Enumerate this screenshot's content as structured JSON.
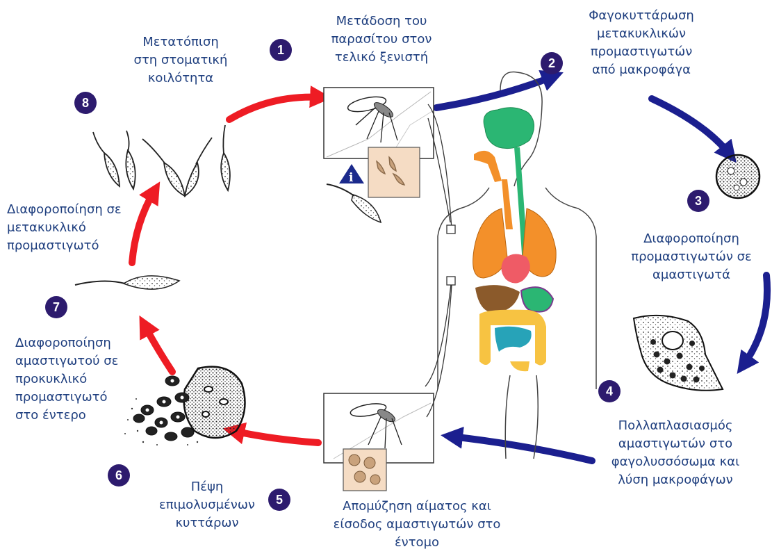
{
  "colors": {
    "red_arrow": "#ee1c24",
    "blue_arrow": "#1b1f8f",
    "text": "#1f3f7f",
    "step_circle": "#2d1b6e",
    "info_triangle": "#1b2a8c",
    "brain": "#2bb673",
    "lungs": "#f3902a",
    "heart": "#ef5b66",
    "liver": "#8b5a2b",
    "stomach": "#7a3a8f",
    "intestines": "#f7c342",
    "small_intestine": "#27a3b8"
  },
  "info_icon": {
    "icon": "info-triangle-icon",
    "glyph": "i"
  },
  "steps": [
    {
      "number": "1",
      "label": "Μετάδοση του\nπαρασίτου στον\nτελικό ξενιστή"
    },
    {
      "number": "2",
      "label": "Φαγοκυττάρωση\nμετακυκλικών\nπρομαστιγωτών\nαπό  μακροφάγα"
    },
    {
      "number": "3",
      "label": "Διαφοροποίηση\nπρομαστιγωτών σε\nαμαστιγωτά"
    },
    {
      "number": "4",
      "label": "Πολλαπλασιασμός\nαμαστιγωτών  στο\nφαγολυσσόσωμα  και\nλύση μακροφάγων"
    },
    {
      "number": "5",
      "label": "Απομύζηση αίματος και\nείσοδος αμαστιγωτών στο\nέντομο"
    },
    {
      "number": "6",
      "label": "Πέψη\nεπιμολυσμένων\nκυττάρων"
    },
    {
      "number": "7",
      "label": "Διαφοροποίηση\nαμαστιγωτού σε\nπροκυκλικό\nπρομαστιγωτό\nστο έντερο"
    },
    {
      "number": "8",
      "label": "Μετατόπιση\nστη στοματική\nκοιλότητα"
    }
  ],
  "extra_labels": {
    "differentiation_metacyclic": "Διαφοροποίηση σε\nμετακυκλικό\nπρομαστιγωτό"
  }
}
